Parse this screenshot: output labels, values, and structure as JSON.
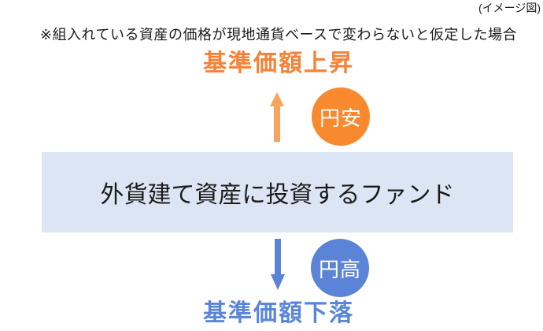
{
  "diagram": {
    "annotation": "(イメージ図)",
    "note": "※組入れている資産の価格が現地通貨ベースで変わらないと仮定した場合",
    "fund_box": {
      "label": "外貨建て資産に投資するファンド",
      "bg_color": "#dce5f4"
    },
    "up": {
      "heading": "基準価額上昇",
      "heading_color": "#f58238",
      "badge_label": "円安",
      "badge_color": "#f8892e",
      "arrow_color": "#f7a45f"
    },
    "down": {
      "heading": "基準価額下落",
      "heading_color": "#5b86d8",
      "badge_label": "円高",
      "badge_color": "#5b84d6",
      "arrow_color": "#5b84d6"
    }
  }
}
